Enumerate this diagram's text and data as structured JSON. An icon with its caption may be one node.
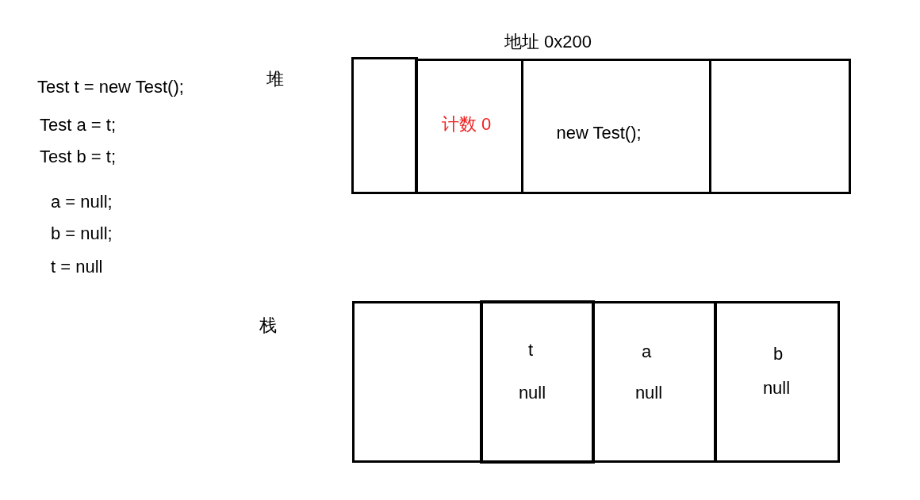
{
  "diagram": {
    "nodes": [
      {
        "text": [],
        "shape": "box"
      },
      {
        "text": [
          "计数 0"
        ]
      },
      {
        "text": [
          "new Test();"
        ]
      },
      {
        "text": [],
        "shape": "box"
      },
      {
        "text": [],
        "shape": "box"
      },
      {
        "text": [
          "t",
          "null"
        ]
      },
      {
        "text": [
          "a",
          "null"
        ]
      },
      {
        "text": [
          "b",
          "null"
        ]
      }
    ],
    "labels": [
      "Test t = new Test();",
      "Test a = t;",
      "Test b = t;",
      "a = null;",
      "b = null;",
      "t = null",
      "堆",
      "地址 0x200",
      "栈"
    ]
  }
}
